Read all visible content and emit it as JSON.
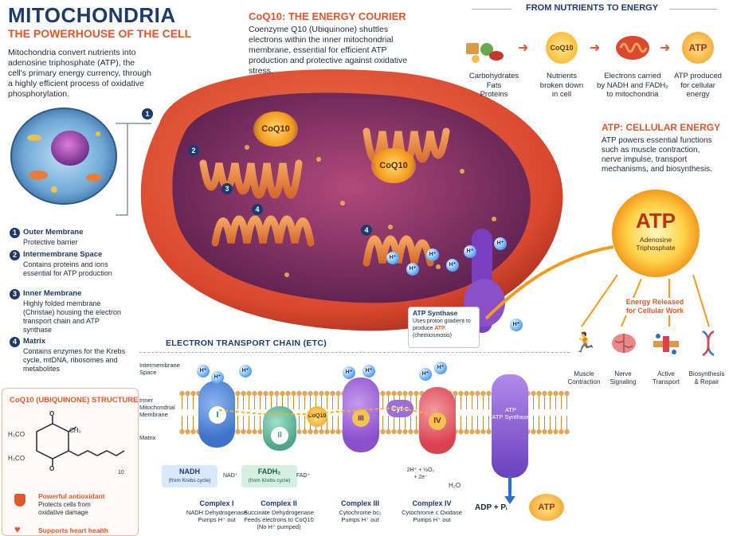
{
  "header": {
    "title": "MITOCHONDRIA",
    "subtitle": "THE POWERHOUSE OF THE CELL",
    "intro": "Mitochondria convert nutrients into adenosine triphosphate (ATP), the cell's primary energy currency, through a highly efficient process of oxidative phosphorylation."
  },
  "coq10": {
    "title": "CoQ10: THE ENERGY COURIER",
    "text": "Coenzyme Q10 (Ubiquinone) shuttles electrons within the inner mitochondrial membrane, essential for efficient ATP production and protective against oxidative stress.",
    "label": "CoQ10"
  },
  "nutrients": {
    "title": "FROM NUTRIENTS TO ENERGY",
    "steps": [
      {
        "label": "Carbohydrates\nFats\nProteins",
        "icon": "food-icon"
      },
      {
        "label": "Nutrients\nbroken down\nin cell",
        "icon": "coq10-small-icon",
        "icon_text": "CoQ10"
      },
      {
        "label": "Electrons carried\nby NADH and FADH₂\nto mitochondria",
        "icon": "mitochondria-small-icon"
      },
      {
        "label": "ATP produced\nfor cellular\nenergy",
        "icon": "atp-small-icon",
        "icon_text": "ATP"
      }
    ]
  },
  "atp_energy": {
    "title": "ATP: CELLULAR ENERGY",
    "text": "ATP powers essential functions such as muscle contraction, nerve impulse, transport mechanisms, and biosynthesis.",
    "sun_label": "ATP",
    "sun_sub": "Adenosine\nTriphosphate",
    "released": "Energy Released\nfor Cellular Work",
    "uses": [
      {
        "label": "Muscle\nContraction",
        "icon": "runner-icon"
      },
      {
        "label": "Nerve\nSignaling",
        "icon": "brain-icon"
      },
      {
        "label": "Active\nTransport",
        "icon": "membrane-transport-icon"
      },
      {
        "label": "Biosynthesis\n& Repair",
        "icon": "dna-icon"
      }
    ]
  },
  "legend": [
    {
      "num": "1",
      "head": "Outer Membrane",
      "desc": "Protective barrier"
    },
    {
      "num": "2",
      "head": "Intermembrane Space",
      "desc": "Contains proteins and ions essential for ATP production"
    },
    {
      "num": "3",
      "head": "Inner Membrane",
      "desc": "Highly folded membrane (Christae) housing the electron transport chain and ATP synthase"
    },
    {
      "num": "4",
      "head": "Matrix",
      "desc": "Contains enzymes for the Krebs cycle, mtDNA, ribosomes and metabolites"
    }
  ],
  "synthase": {
    "title": "ATP Synthase",
    "text_pre": "Uses proton gradient to produce ",
    "text_atp": "ATP",
    "text_post": "(chemiosmosis)"
  },
  "etc": {
    "title": "ELECTRON TRANSPORT CHAIN (ETC)",
    "side_labels": {
      "intermembrane": "Intermembrane\nSpace",
      "inner": "Inner\nMitochondrial\nMembrane",
      "matrix": "Matrix"
    },
    "hplus": "H⁺",
    "cytc": "Cyt c",
    "coq10": "CoQ10",
    "nadh": "NADH",
    "nadh_sub": "(from Krebs cycle)",
    "nad": "NAD⁺",
    "fadh": "FADH₂",
    "fadh_sub": "(from Krebs cycle)",
    "fad": "FAD⁺",
    "oxygen": "2H⁺ + ½O₂\n+ 2e⁻",
    "water": "H₂O",
    "synthase_label": "ATP\nATP Synthase",
    "adp": "ADP + Pᵢ",
    "atp": "ATP",
    "complexes": [
      {
        "roman": "I",
        "name": "Complex I",
        "desc": "NADH Dehydrogenase\nPumps H⁺ out",
        "color": "#3e73c9"
      },
      {
        "roman": "II",
        "name": "Complex II",
        "desc": "Succinate Dehydrogenase\nFeeds electrons to CoQ10\n(No H⁺ pumped)",
        "color": "#4fa58a"
      },
      {
        "roman": "III",
        "name": "Complex III",
        "desc": "Cytochrome bc₁\nPumps H⁺ out",
        "color": "#8a4fc9"
      },
      {
        "roman": "IV",
        "name": "Complex IV",
        "desc": "Cytochrome c Oxidase\nPumps H⁺ out",
        "color": "#d9434f"
      }
    ]
  },
  "structure": {
    "title": "CoQ10 (UBIQUINONE) STRUCTURE",
    "h3co_1": "H₃CO",
    "h3co_2": "H₃CO",
    "ch3": "CH₃",
    "repeat": "10",
    "benefits": [
      {
        "title": "Powerful antioxidant",
        "text": "Protects cells from\noxidative damage",
        "icon": "shield-icon"
      },
      {
        "title": "Supports heart health",
        "text": "",
        "icon": "heart-icon"
      }
    ]
  },
  "colors": {
    "navy": "#1d3a6e",
    "orange": "#e2572b",
    "mito_outer": "#d9482f"
  }
}
